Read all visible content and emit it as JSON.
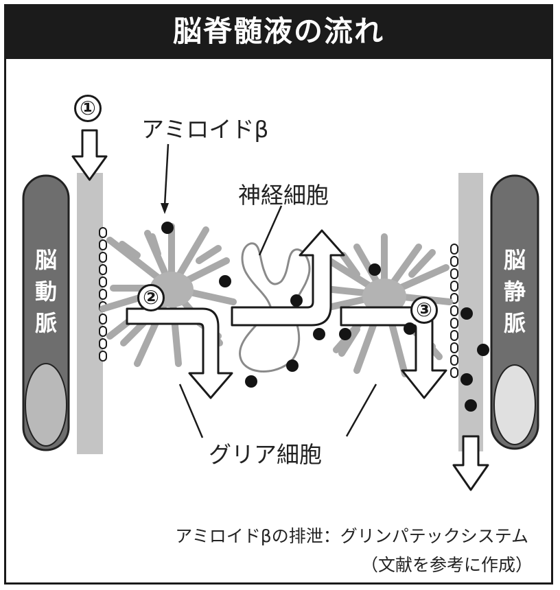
{
  "title": "脳脊髄液の流れ",
  "labels": {
    "amyloid": "アミロイドβ",
    "neuron": "神経細胞",
    "glia": "グリア細胞",
    "artery": [
      "脳",
      "動",
      "脈"
    ],
    "vein": [
      "脳",
      "静",
      "脈"
    ]
  },
  "steps": [
    "①",
    "②",
    "③"
  ],
  "caption": {
    "line1": "アミロイドβの排泄：グリンパテックシステム",
    "line2": "（文献を参考に作成）"
  }
}
